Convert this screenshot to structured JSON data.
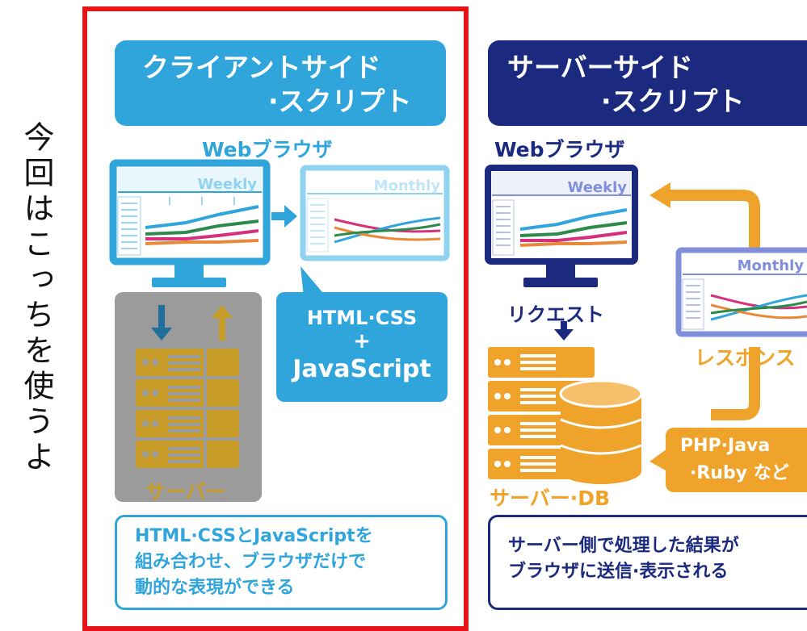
{
  "side_note": "今回はこっちを使うよ",
  "client": {
    "title_line1": "クライアントサイド",
    "title_line2": "·スクリプト",
    "browser_label": "Webブラウザ",
    "weekly_label": "Weekly",
    "monthly_label": "Monthly",
    "tech_line1": "HTML·CSS",
    "tech_plus": "+",
    "tech_line2": "JavaScript",
    "server_label": "サーバー",
    "caption": [
      "HTML·CSSとJavaScriptを",
      "組み合わせ、ブラウザだけで",
      "動的な表現ができる"
    ]
  },
  "server": {
    "title_line1": "サーバーサイド",
    "title_line2": "·スクリプト",
    "browser_label": "Webブラウザ",
    "weekly_label": "Weekly",
    "monthly_label": "Monthly",
    "request_label": "リクエスト",
    "response_label": "レスポンス",
    "lang_line1": "PHP·Java",
    "lang_line2": "·Ruby など",
    "server_label": "サーバー·DB",
    "caption": [
      "サーバー側で処理した結果が",
      "ブラウザに送信·表示される"
    ]
  },
  "colors": {
    "client_blue": "#2fa5dc",
    "client_light": "#8fd3f0",
    "server_navy": "#1b2a7e",
    "server_light": "#7f8fd9",
    "orange": "#f0a32b",
    "gold": "#c79b28",
    "gray": "#9b9b9b",
    "red_frame": "#e8141a"
  }
}
